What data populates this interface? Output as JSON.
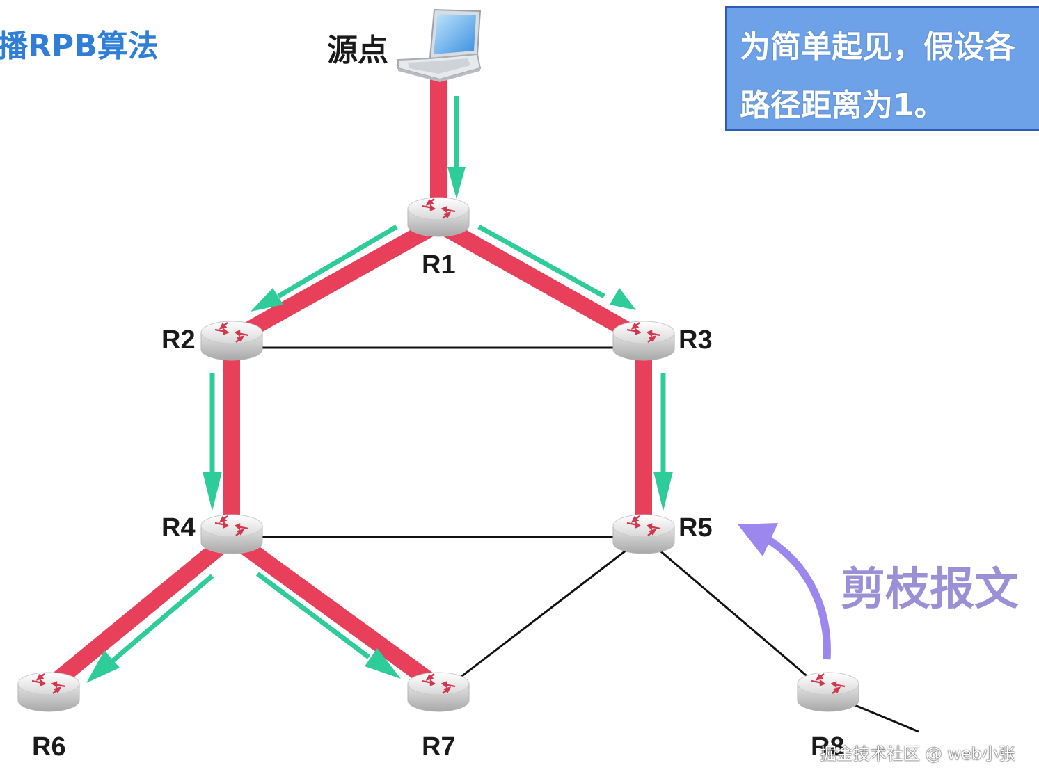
{
  "title": "播RPB算法",
  "source_label": "源点",
  "note": {
    "line1": "为简单起见，假设各",
    "line2": "路径距离为1。"
  },
  "prune_label": "剪枝报文",
  "routers": {
    "r1": "R1",
    "r2": "R2",
    "r3": "R3",
    "r4": "R4",
    "r5": "R5",
    "r6": "R6",
    "r7": "R7",
    "r8": "R8"
  },
  "watermark": "掘金技术社区 @ web小张",
  "colors": {
    "path_red": "#e8405a",
    "arrow_green": "#2ecc98",
    "prune_arrow": "#9b87ee",
    "title_blue": "#2f7fd6",
    "note_bg": "#6da2e8"
  },
  "icons": [
    "laptop-icon",
    "router-icon"
  ]
}
